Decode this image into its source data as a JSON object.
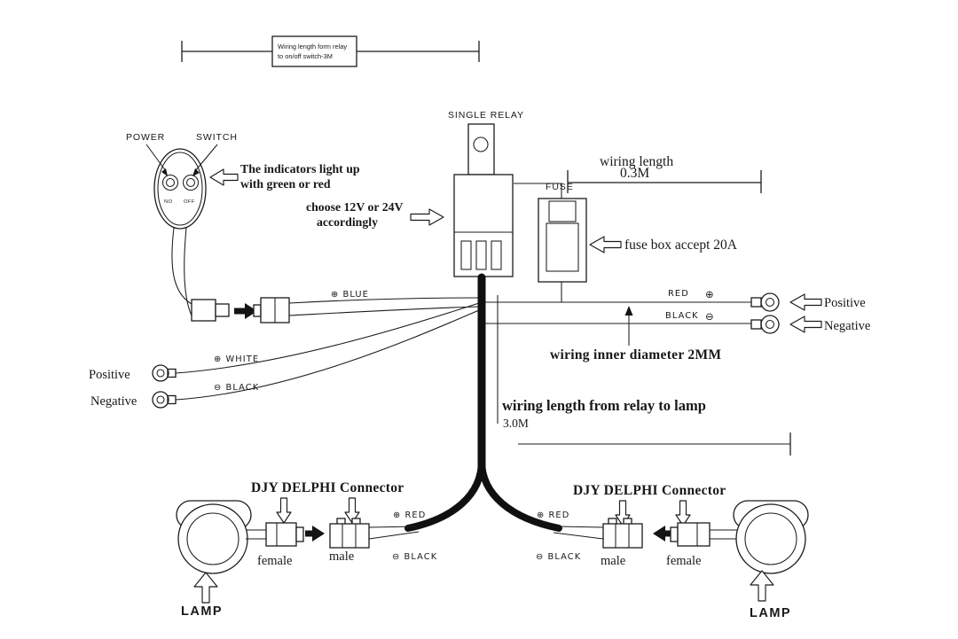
{
  "top_note": {
    "line1": "Wiring length form relay",
    "line2": "to on/off switch-3M"
  },
  "switch": {
    "power": "POWER",
    "switch_label": "SWITCH",
    "no": "NO",
    "off": "OFF",
    "note1": "The indicators light up",
    "note2": "with green or red"
  },
  "relay": {
    "title": "SINGLE RELAY",
    "choose1": "choose  12V or 24V",
    "choose2": "accordingly"
  },
  "measure_top": {
    "label": "wiring length",
    "value": "0.3M"
  },
  "fuse": {
    "label": "FUSE",
    "note": "fuse box accept 20A"
  },
  "right_side": {
    "red": "RED",
    "red_sym": "⊕",
    "black": "BLACK",
    "black_sym": "⊖",
    "positive": "Positive",
    "negative": "Negative",
    "inner_diameter": "wiring inner diameter 2MM"
  },
  "left_side": {
    "blue": "⊕ BLUE",
    "white": "⊕ WHITE",
    "black": "⊖ BLACK",
    "positive": "Positive",
    "negative": "Negative"
  },
  "lamp_run": {
    "label": "wiring length from relay to lamp",
    "value": "3.0M"
  },
  "bottom_left": {
    "connector_label": "DJY DELPHI Connector",
    "female": "female",
    "male": "male",
    "red": "⊕ RED",
    "black": "⊖ BLACK",
    "lamp": "LAMP"
  },
  "bottom_right": {
    "connector_label": "DJY DELPHI Connector",
    "male": "male",
    "female": "female",
    "red": "⊕ RED",
    "black": "⊖ BLACK",
    "lamp": "LAMP"
  }
}
